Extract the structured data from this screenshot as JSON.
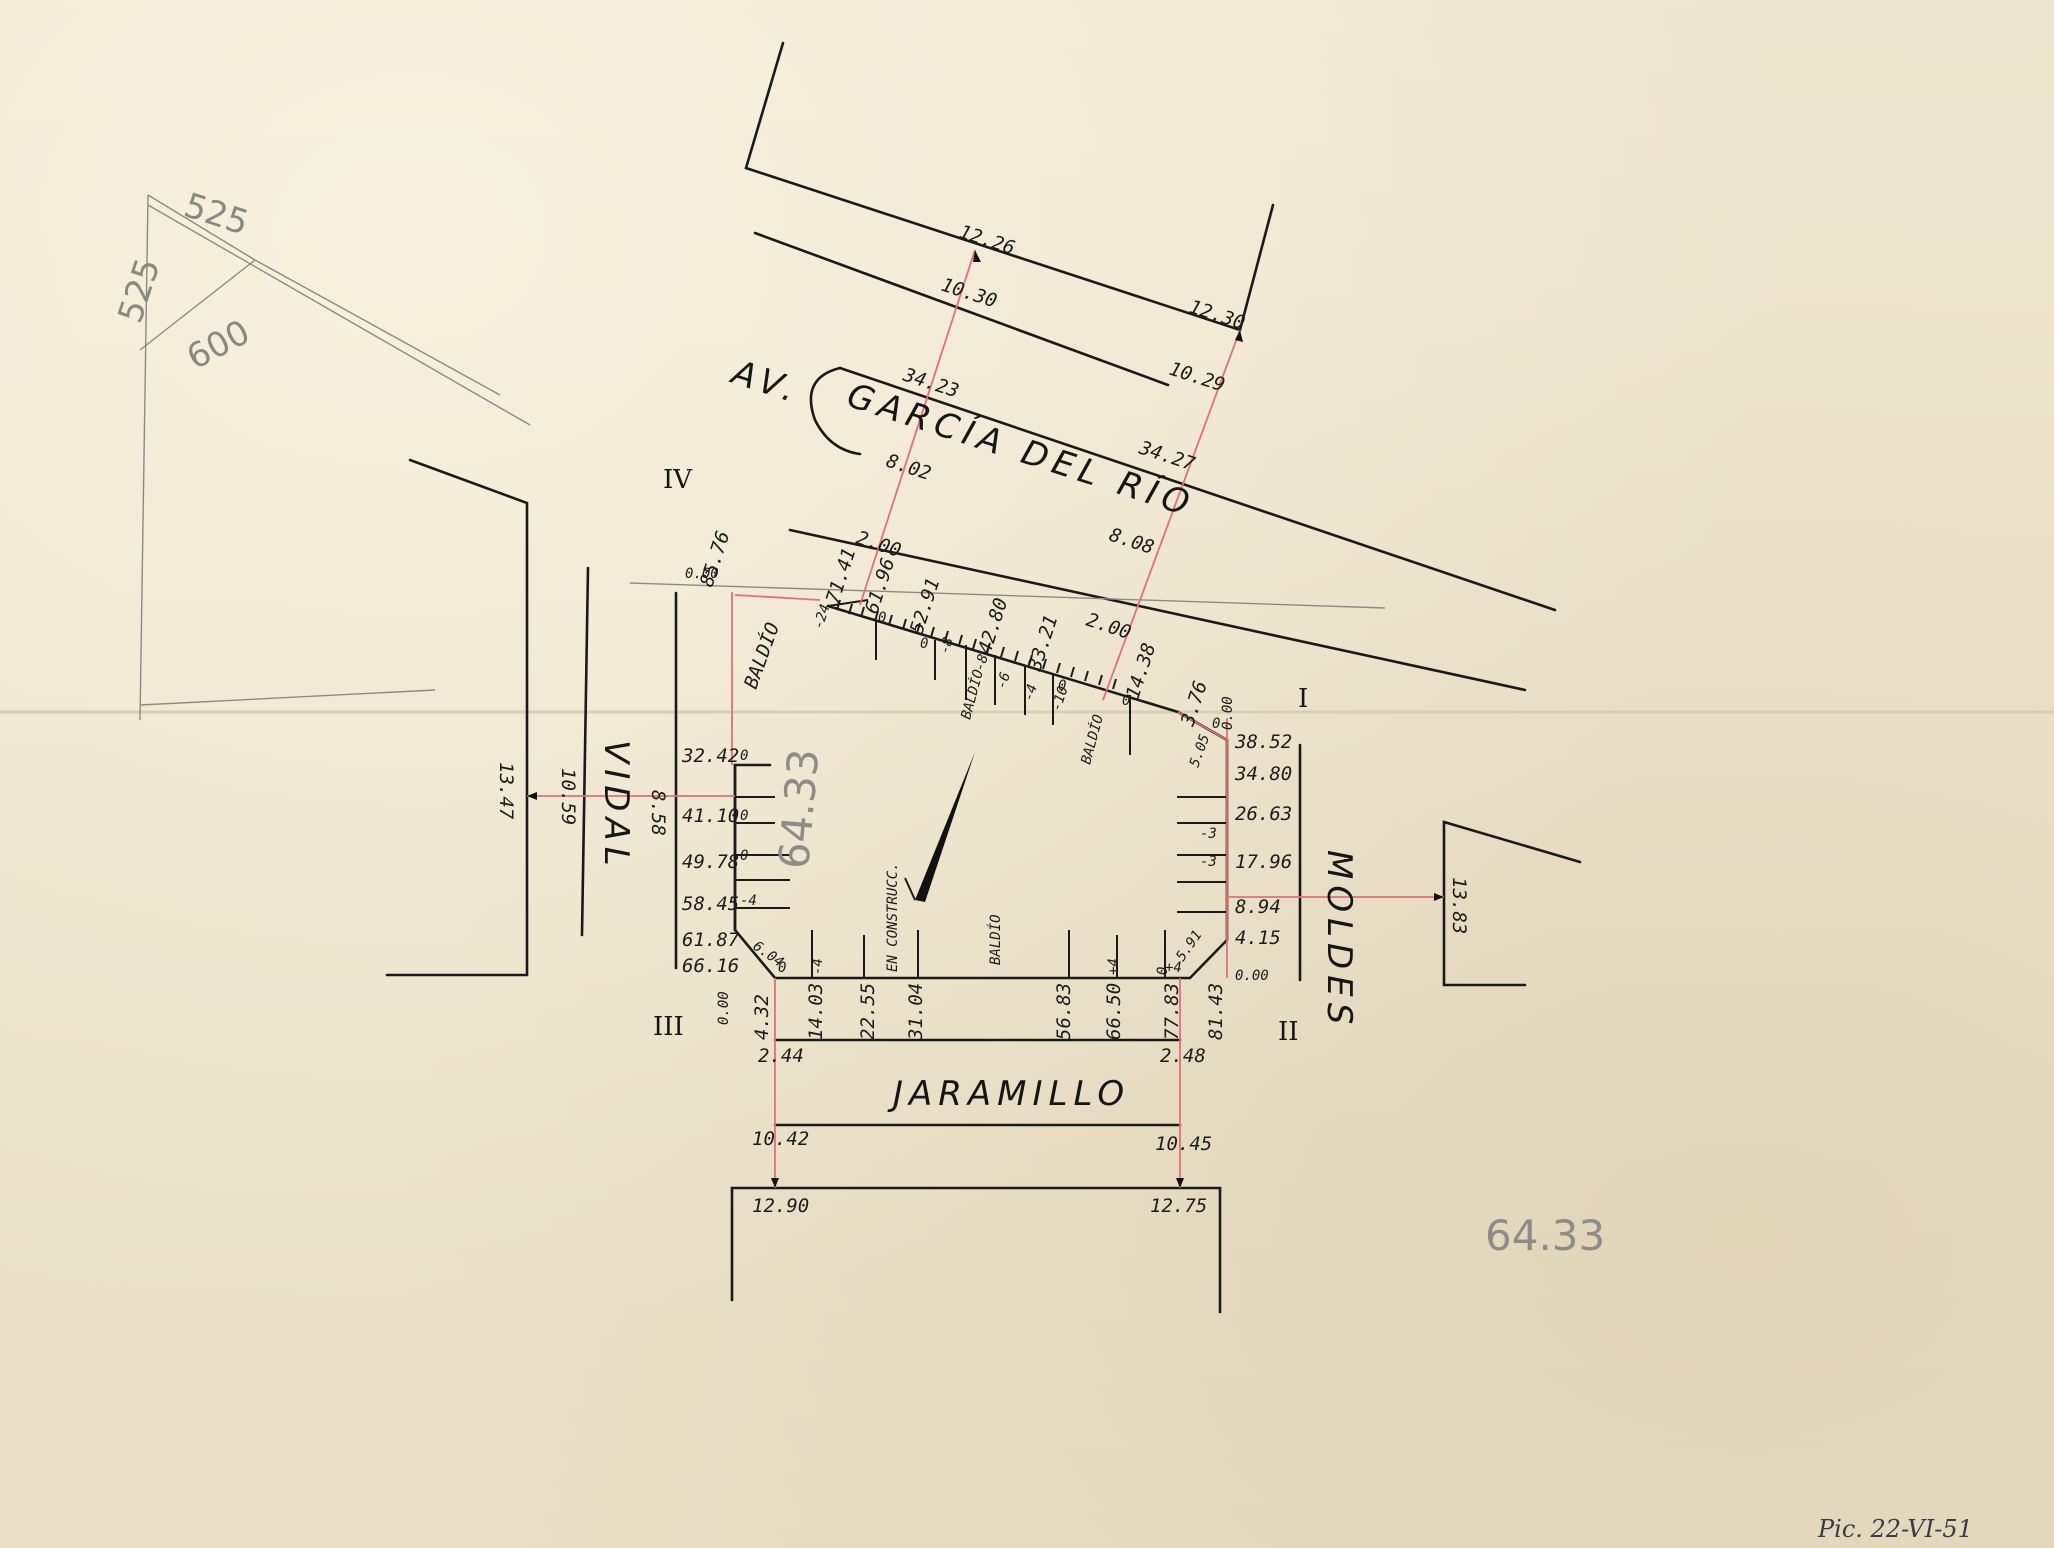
{
  "streets": {
    "garcia_prefix": "AV.",
    "garcia": "GARCÍA DEL RÍO",
    "vidal": "VIDAL",
    "moldes": "MOLDES",
    "jaramillo": "JARAMILLO"
  },
  "sector_numbers": {
    "i": "I",
    "ii": "II",
    "iii": "III",
    "iv": "IV"
  },
  "notes": {
    "baldio": "BALDÍO",
    "en_construcc": "EN CONSTRUCC.",
    "pencil_center": "64.33",
    "pencil_bottom": "64.33",
    "pencil_525_a": "525",
    "pencil_525_b": "525",
    "pencil_600": "600",
    "signature": "Pic. 22-VI-51"
  },
  "garcia_levels": {
    "a": "12.26",
    "b": "10.30",
    "c": "12.30",
    "d": "10.29",
    "e": "34.23",
    "f": "8.02",
    "g": "34.27",
    "h": "8.08",
    "i": "2.00",
    "j": "2.00"
  },
  "vidal_levels": {
    "a": "13.47",
    "b": "10.59",
    "c": "8.58"
  },
  "moldes_levels": {
    "a": "13.83"
  },
  "jaramillo_levels": {
    "a": "2.44",
    "b": "2.48",
    "c": "10.42",
    "d": "10.45",
    "e": "12.90",
    "f": "12.75"
  },
  "block_top": {
    "a": "0.00",
    "b": "85.76",
    "c": "71.41",
    "d": "61.96",
    "e": "52.91",
    "f": "42.80",
    "g": "33.21",
    "h": "14.38",
    "i": "3.76",
    "j": "0.00",
    "k": "-24",
    "l": "-8",
    "m": "-8",
    "n": "-6",
    "o": "-4",
    "p": "-10",
    "q": "0",
    "r": "0",
    "s": "0",
    "t": "0"
  },
  "block_left": {
    "a": "32.42",
    "b": "41.10",
    "c": "49.78",
    "d": "58.45",
    "e": "61.87",
    "f": "66.16",
    "g": "6.04",
    "h": "-4",
    "i": "0",
    "j": "0",
    "k": "0",
    "l": "0"
  },
  "block_right": {
    "a": "38.52",
    "b": "34.80",
    "c": "26.63",
    "d": "17.96",
    "e": "8.94",
    "f": "4.15",
    "g": "0.00",
    "h": "5.05",
    "i": "5.91",
    "j": "-3",
    "k": "-3",
    "l": "+4",
    "m": "0"
  },
  "block_bottom": {
    "a": "0.00",
    "b": "4.32",
    "c": "14.03",
    "d": "22.55",
    "e": "31.04",
    "f": "56.83",
    "g": "66.50",
    "h": "77.83",
    "i": "81.43",
    "j": "-4",
    "k": "+4",
    "l": "0"
  }
}
